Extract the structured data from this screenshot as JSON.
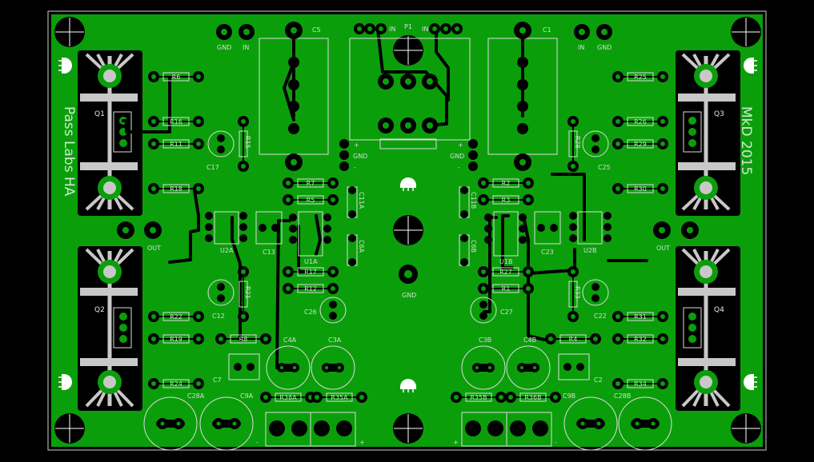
{
  "board": {
    "colors": {
      "copper": "#0b9e0b",
      "trace": "#000000",
      "pad": "#000000",
      "silk": "#dcdcdc",
      "heatsink": "#000000",
      "hole": "#ffffff"
    },
    "titles": {
      "left": "Pass Labs HA",
      "right": "MkD 2015"
    },
    "connectors": {
      "p1": "P1",
      "p1_in_left": "IN",
      "p1_in_right": "IN",
      "in_left": "IN",
      "gnd_left": "GND",
      "in_right": "IN",
      "gnd_right": "GND",
      "gnd_center": "GND",
      "out_left": "OUT",
      "out_right": "OUT",
      "gnd_side_left": "GND",
      "gnd_side_right": "GND",
      "plus": "+",
      "minus": "-"
    },
    "transistors": [
      "Q1",
      "Q2",
      "Q3",
      "Q4"
    ],
    "ics": [
      "U2A",
      "U1A",
      "U1B",
      "U2B"
    ],
    "resistors": {
      "r6": "R6",
      "r16": "R16",
      "r11": "R11",
      "r18": "R18",
      "r15": "R15",
      "r22": "R22",
      "r19": "R19",
      "r24": "R24",
      "r21": "R21",
      "r8": "R8",
      "r7": "R7",
      "r5": "R5",
      "r17": "R17",
      "r12": "R12",
      "r2": "R2",
      "r3": "R3",
      "r27": "R27",
      "r1": "R1",
      "r4": "R4",
      "r25": "R25",
      "r26": "R26",
      "r29": "R29",
      "r28": "R28",
      "r30": "R30",
      "r33": "R33",
      "r31": "R31",
      "r32": "R32",
      "r34": "R34",
      "r38a": "R38A",
      "r35a": "R35A",
      "r35b": "R35B",
      "r36b": "R36B"
    },
    "capacitors": {
      "c5": "C5",
      "c1": "C1",
      "c17": "C17",
      "c13": "C13",
      "c12": "C12",
      "c7": "C7",
      "c28a": "C28A",
      "c9a": "C9A",
      "c4a": "C4A",
      "c3a": "C3A",
      "c26": "C26",
      "c11a": "C11A",
      "c6a": "C6A",
      "c11b": "C11B",
      "c6b": "C6B",
      "c27": "C27",
      "c3b": "C3B",
      "c4b": "C4B",
      "c9b": "C9B",
      "c28b": "C28B",
      "c2": "C2",
      "c22": "C22",
      "c23": "C23",
      "c25": "C25"
    }
  }
}
